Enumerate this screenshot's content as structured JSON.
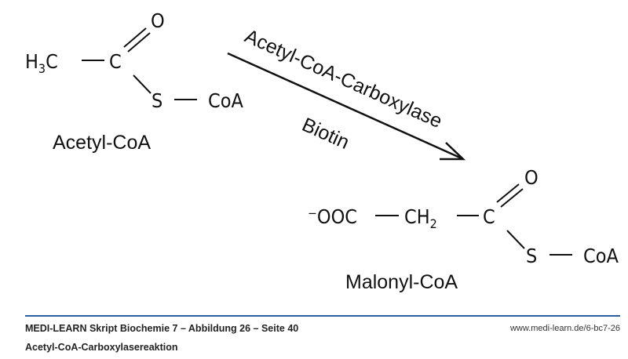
{
  "acetyl_coa": {
    "h3c_h": "H",
    "h3c_sub": "3",
    "h3c_c": "C",
    "c": "C",
    "o": "O",
    "s": "S",
    "coa": "CoA",
    "name": "Acetyl-CoA"
  },
  "reaction": {
    "enzyme": "Acetyl-CoA-Carboxylase",
    "cofactor": "Biotin"
  },
  "malonyl_coa": {
    "ooc": "⁻OOC",
    "ch": "CH",
    "ch_sub": "2",
    "c": "C",
    "o": "O",
    "s": "S",
    "coa": "CoA",
    "name": "Malonyl-CoA"
  },
  "footer": {
    "source": "MEDI-LEARN Skript Biochemie 7 – Abbildung 26 – Seite 40",
    "caption": "Acetyl-CoA-Carboxylasereaktion",
    "url": "www.medi-learn.de/6-bc7-26"
  },
  "colors": {
    "rule": "#2b5ea0"
  }
}
